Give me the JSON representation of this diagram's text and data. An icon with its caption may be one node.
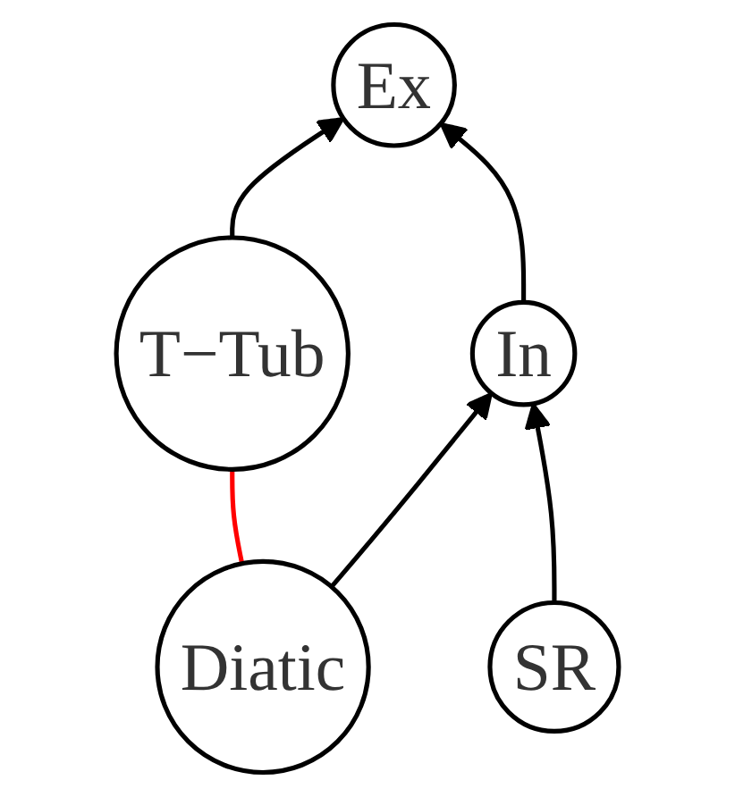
{
  "diagram": {
    "nodes": [
      {
        "text": [
          "Ex"
        ]
      },
      {
        "text": [
          "T−Tub"
        ]
      },
      {
        "text": [
          "In"
        ]
      },
      {
        "text": [
          "Diatic"
        ]
      },
      {
        "text": [
          "SR"
        ]
      }
    ],
    "edges": [
      {
        "from": 1,
        "to": 0,
        "arrow": "to"
      },
      {
        "from": 2,
        "to": 0,
        "arrow": "to"
      },
      {
        "from": 3,
        "to": 1,
        "arrow": "none",
        "color": "#ff0000"
      },
      {
        "from": 3,
        "to": 2,
        "arrow": "to"
      },
      {
        "from": 4,
        "to": 2,
        "arrow": "to"
      }
    ]
  }
}
